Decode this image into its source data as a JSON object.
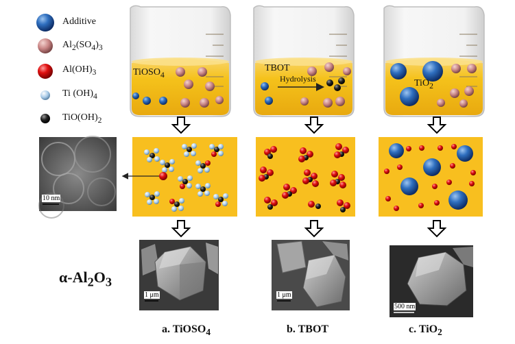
{
  "legend": {
    "additive": "Additive",
    "al2so43": {
      "a": "Al",
      "s1": "2",
      "b": "(SO",
      "s2": "4",
      "c": ")",
      "s3": "3"
    },
    "aloh3": {
      "a": "Al(OH)",
      "s": "3"
    },
    "tioh4": {
      "a": "Ti (OH)",
      "s": "4"
    },
    "tiooh2": {
      "a": "TiO(OH)",
      "s": "2"
    }
  },
  "beakers": {
    "a": {
      "a": "TiOSO",
      "s": "4"
    },
    "b": {
      "tbot": "TBOT",
      "hydrolysis": "Hydrolysis"
    },
    "c": {
      "a": "TiO",
      "s": "2"
    }
  },
  "tem_scale": "10 nm",
  "alpha_label": {
    "a": "α-Al",
    "s1": "2",
    "b": "O",
    "s2": "3"
  },
  "sem_scales": {
    "a": "1 μm",
    "b": "1 μm",
    "c": "500 nm"
  },
  "captions": {
    "a": {
      "a": "a. TiOSO",
      "s": "4"
    },
    "b": "b. TBOT",
    "c": {
      "a": "c. TiO",
      "s": "2"
    }
  },
  "colors": {
    "liquid": "#f5c21b",
    "panel": "#f8bf1f",
    "additive": "#2f6fbf",
    "al2so43": "#c98585",
    "aloh3": "#e01010",
    "tioh4": "#a9cbe8",
    "tiooh2": "#222222"
  }
}
